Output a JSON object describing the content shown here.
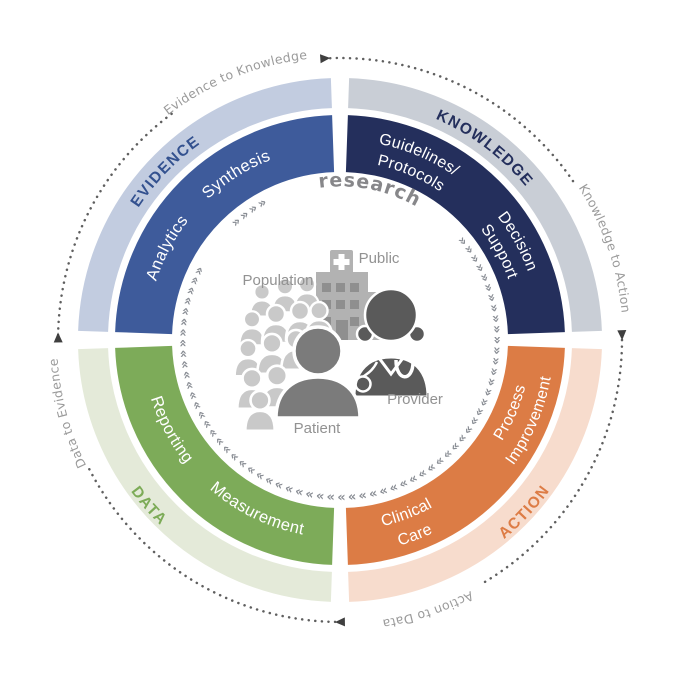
{
  "cycle": {
    "arc_labels": {
      "evidence_to_knowledge": "Evidence to Knowledge",
      "knowledge_to_action": "Knowledge to Action",
      "action_to_data": "Action to Data",
      "data_to_evidence": "Data to Evidence"
    },
    "quadrants": {
      "evidence": "EVIDENCE",
      "knowledge": "KNOWLEDGE",
      "action": "ACTION",
      "data": "DATA"
    },
    "segments": {
      "synthesis": "Synthesis",
      "analytics": "Analytics",
      "guidelines_line1": "Guidelines/",
      "guidelines_line2": "Protocols",
      "decision_line1": "Decision",
      "decision_line2": "Support",
      "process_line1": "Process",
      "process_line2": "Improvement",
      "clinical_line1": "Clinical",
      "clinical_line2": "Care",
      "reporting": "Reporting",
      "measurement": "Measurement"
    }
  },
  "center": {
    "research_label": "research",
    "chevrons_lead": "»»»» ",
    "chevrons_trail": " »»»»»»»»»»»»»»»»»»»»»»»»»»»»»»»»»»»»»»»»»»»»»»»»»»»»»»»»»»»»»»»»»»»»»»»»»»»»»»»»»»»»»»",
    "labels": {
      "population": "Population",
      "public": "Public",
      "patient": "Patient",
      "provider": "Provider"
    }
  },
  "icons": {
    "cycle_arrow": "triangle-arrowhead",
    "chevron_glyph": "»",
    "population_icon": "crowd-silhouette",
    "public_icon": "hospital-building-with-cross",
    "patient_icon": "person-silhouette",
    "provider_icon": "clinician-with-stethoscope-silhouette"
  },
  "colors": {
    "evidence_outer": "#c2cce0",
    "evidence_inner": "#3e5b9b",
    "evidence_text": "#33518f",
    "knowledge_outer": "#c9ced6",
    "knowledge_inner": "#242f5c",
    "knowledge_text": "#242f5c",
    "action_outer": "#f7dccd",
    "action_inner": "#dc7c45",
    "action_text": "#dd7c45",
    "data_outer": "#e4ead9",
    "data_inner": "#7dab59",
    "data_text": "#7cab57",
    "segment_text": "#ffffff",
    "cycle_text": "#9b9b9b",
    "dots": "#5f5f5f",
    "arrow": "#3f3f3f",
    "research_text": "#87878a",
    "chevron": "#8a8e95",
    "crowd": "#c9c9c9",
    "building": "#b2b2b2",
    "building_detail": "#8f8f8f",
    "patient": "#7b7b7b",
    "provider": "#5a5a5a",
    "center_label": "#929292"
  }
}
